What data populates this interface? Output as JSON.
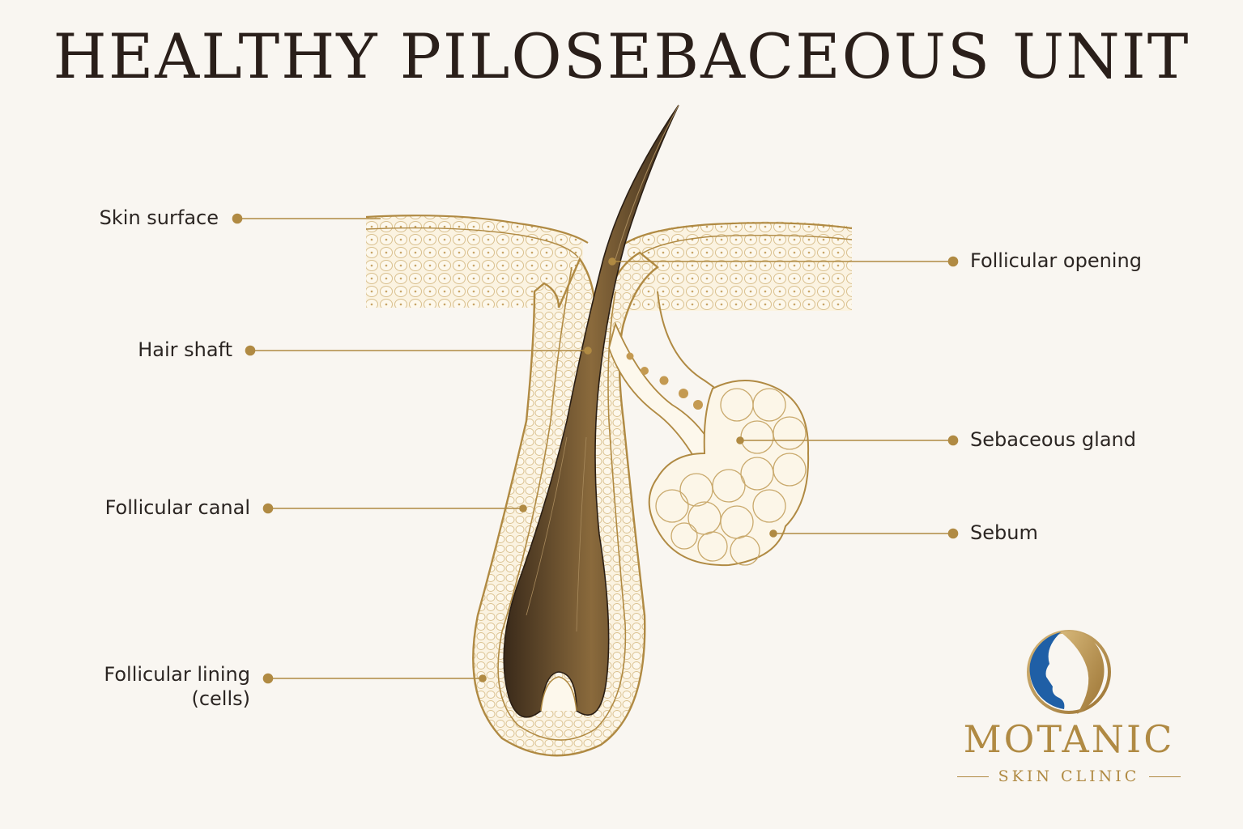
{
  "title": "HEALTHY PILOSEBACEOUS UNIT",
  "labels": {
    "skin_surface": "Skin surface",
    "hair_shaft": "Hair shaft",
    "follicular_canal": "Follicular canal",
    "follicular_lining_line1": "Follicular lining",
    "follicular_lining_line2": "(cells)",
    "follicular_opening": "Follicular opening",
    "sebaceous_gland": "Sebaceous gland",
    "sebum": "Sebum"
  },
  "logo": {
    "name": "MOTANIC",
    "subtitle": "SKIN CLINIC",
    "icon": "woman-profile-logo-icon"
  },
  "colors": {
    "background": "#f9f6f1",
    "accent_gold": "#b08a43",
    "title_text": "#2a1f1a",
    "hair_dark": "#3b2a1c",
    "logo_blue": "#1f5fa6"
  }
}
